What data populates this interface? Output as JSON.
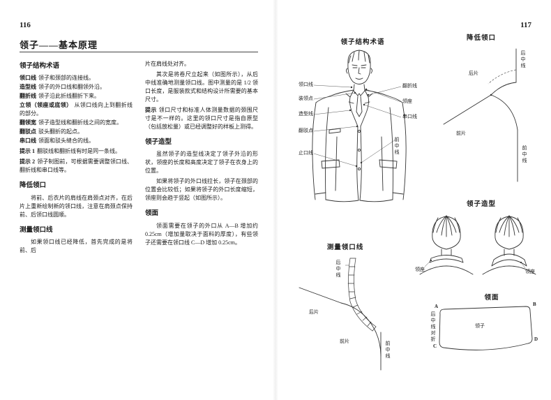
{
  "page_left": {
    "number": "116",
    "title": "领子——基本原理",
    "col1": {
      "h_terms": "领子结构术语",
      "terms": [
        {
          "label": "领口线",
          "text": "领子和颈部的连接线。"
        },
        {
          "label": "造型线",
          "text": "领子的外口线和翻领外沿。"
        },
        {
          "label": "翻折线",
          "text": "领子沿此折线翻折下来。"
        },
        {
          "label": "立领（领座或底领）",
          "text": "从领口线向上到翻折线的部分。"
        },
        {
          "label": "翻领宽",
          "text": "领子造型线和翻折线之间的宽度。"
        },
        {
          "label": "翻驳点",
          "text": "驳头翻折的起点。"
        },
        {
          "label": "串口线",
          "text": "领面和驳头缝合的线。"
        }
      ],
      "tip1_label": "提示 1",
      "tip1": "翻驳线和翻折线有时是同一条线。",
      "tip2_label": "提示 2",
      "tip2": "领子制图前，可根据需要调整领口线、翻折线和串口线等。",
      "h_lower": "降低领口",
      "p_lower": "将前、后衣片的肩线在肩颈点对齐，在后片上重新绘制新的领口线，注意在肩颈点保持前、后领口线圆顺。",
      "h_measure": "测量领口线",
      "p_measure": "如果领口线已经降低，首先完成的是将前、后"
    },
    "col2": {
      "p_cont": "片在肩线处对齐。",
      "p2": "其次是将卷尺立起来（如图所示），从后中线准确地测量领口线。图中测量的是 1/2 领口长度，是服装款式和结构设计所需要的基本尺寸。",
      "tip_label": "提示",
      "tip": "领口尺寸和标准人体测量数据的颈围尺寸是不一样的。这里的领口尺寸是指自原型（包括放松量）或已经调整好的样板上测得。",
      "h_style": "领子造型",
      "p3": "虽然领子的造型线决定了领子外沿的形状，领座的长度和高度决定了领子在衣身上的位置。",
      "p4": "如果将领子的外口线拉长，领子在颈部的位置会比较低；如果将领子的外口长度缩短，领座则会趋于竖起（如图所示）。",
      "h_face": "领面",
      "p5": "领面需要在领子的外口从 A—B 增加约 0.25cm（增加量取决于面料的厚度），有些领子还需要在领口线 C—D 增加 0.25cm。"
    }
  },
  "page_right": {
    "number": "117",
    "fig1": {
      "title": "领子结构术语",
      "labels_left": [
        "领口线",
        "装领点",
        "造型线",
        "翻驳点",
        "止口线"
      ],
      "labels_right": [
        "翻折线",
        "领座",
        "串口线",
        "前中线"
      ]
    },
    "fig2": {
      "title": "降低领口",
      "cb": "后中线",
      "back": "后片",
      "front": "前片",
      "cf": "前中线"
    },
    "fig3": {
      "title": "领子造型",
      "left_label": "领座",
      "right_label": "领座"
    },
    "fig4": {
      "title": "测量领口线",
      "cb": "后中线",
      "back": "后片",
      "front": "前片",
      "cf": "前中线"
    },
    "fig5": {
      "title": "领面",
      "shape_label": "领子",
      "fold": "后中线对折",
      "corners": {
        "a": "A",
        "b": "B",
        "c": "C",
        "d": "D"
      }
    }
  }
}
